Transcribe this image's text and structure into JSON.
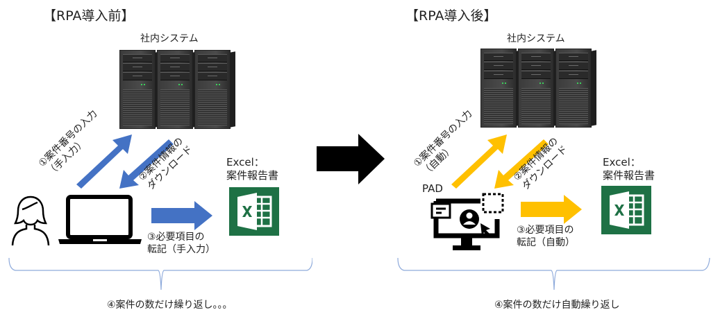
{
  "before": {
    "title": "【RPA導入前】",
    "system_label": "社内システム",
    "step1_line1": "①案件番号の入力",
    "step1_line2": "（手入力）",
    "step2_line1": "②案件情報の",
    "step2_line2": "ダウンロード",
    "excel_line1": "Excel：",
    "excel_line2": "案件報告書",
    "step3_line1": "③必要項目の",
    "step3_line2": "転記（手入力）",
    "repeat": "④案件の数だけ繰り返し。。。",
    "arrow_color": "#4472c4"
  },
  "after": {
    "title": "【RPA導入後】",
    "system_label": "社内システム",
    "step1_line1": "①案件番号の入力",
    "step1_line2": "（自動）",
    "step2_line1": "②案件情報の",
    "step2_line2": "ダウンロード",
    "pad_label": "PAD",
    "excel_line1": "Excel：",
    "excel_line2": "案件報告書",
    "step3_line1": "③必要項目の",
    "step3_line2": "転記（自動）",
    "repeat": "④案件の数だけ自動繰り返し",
    "arrow_color": "#ffc000"
  },
  "colors": {
    "excel_green": "#1e7145",
    "brace": "#8eaadb",
    "transition_arrow": "#000000"
  },
  "icons": {
    "server": "server-rack-icon",
    "person": "person-icon",
    "laptop": "laptop-icon",
    "excel": "excel-icon",
    "monitor": "pad-monitor-icon"
  }
}
